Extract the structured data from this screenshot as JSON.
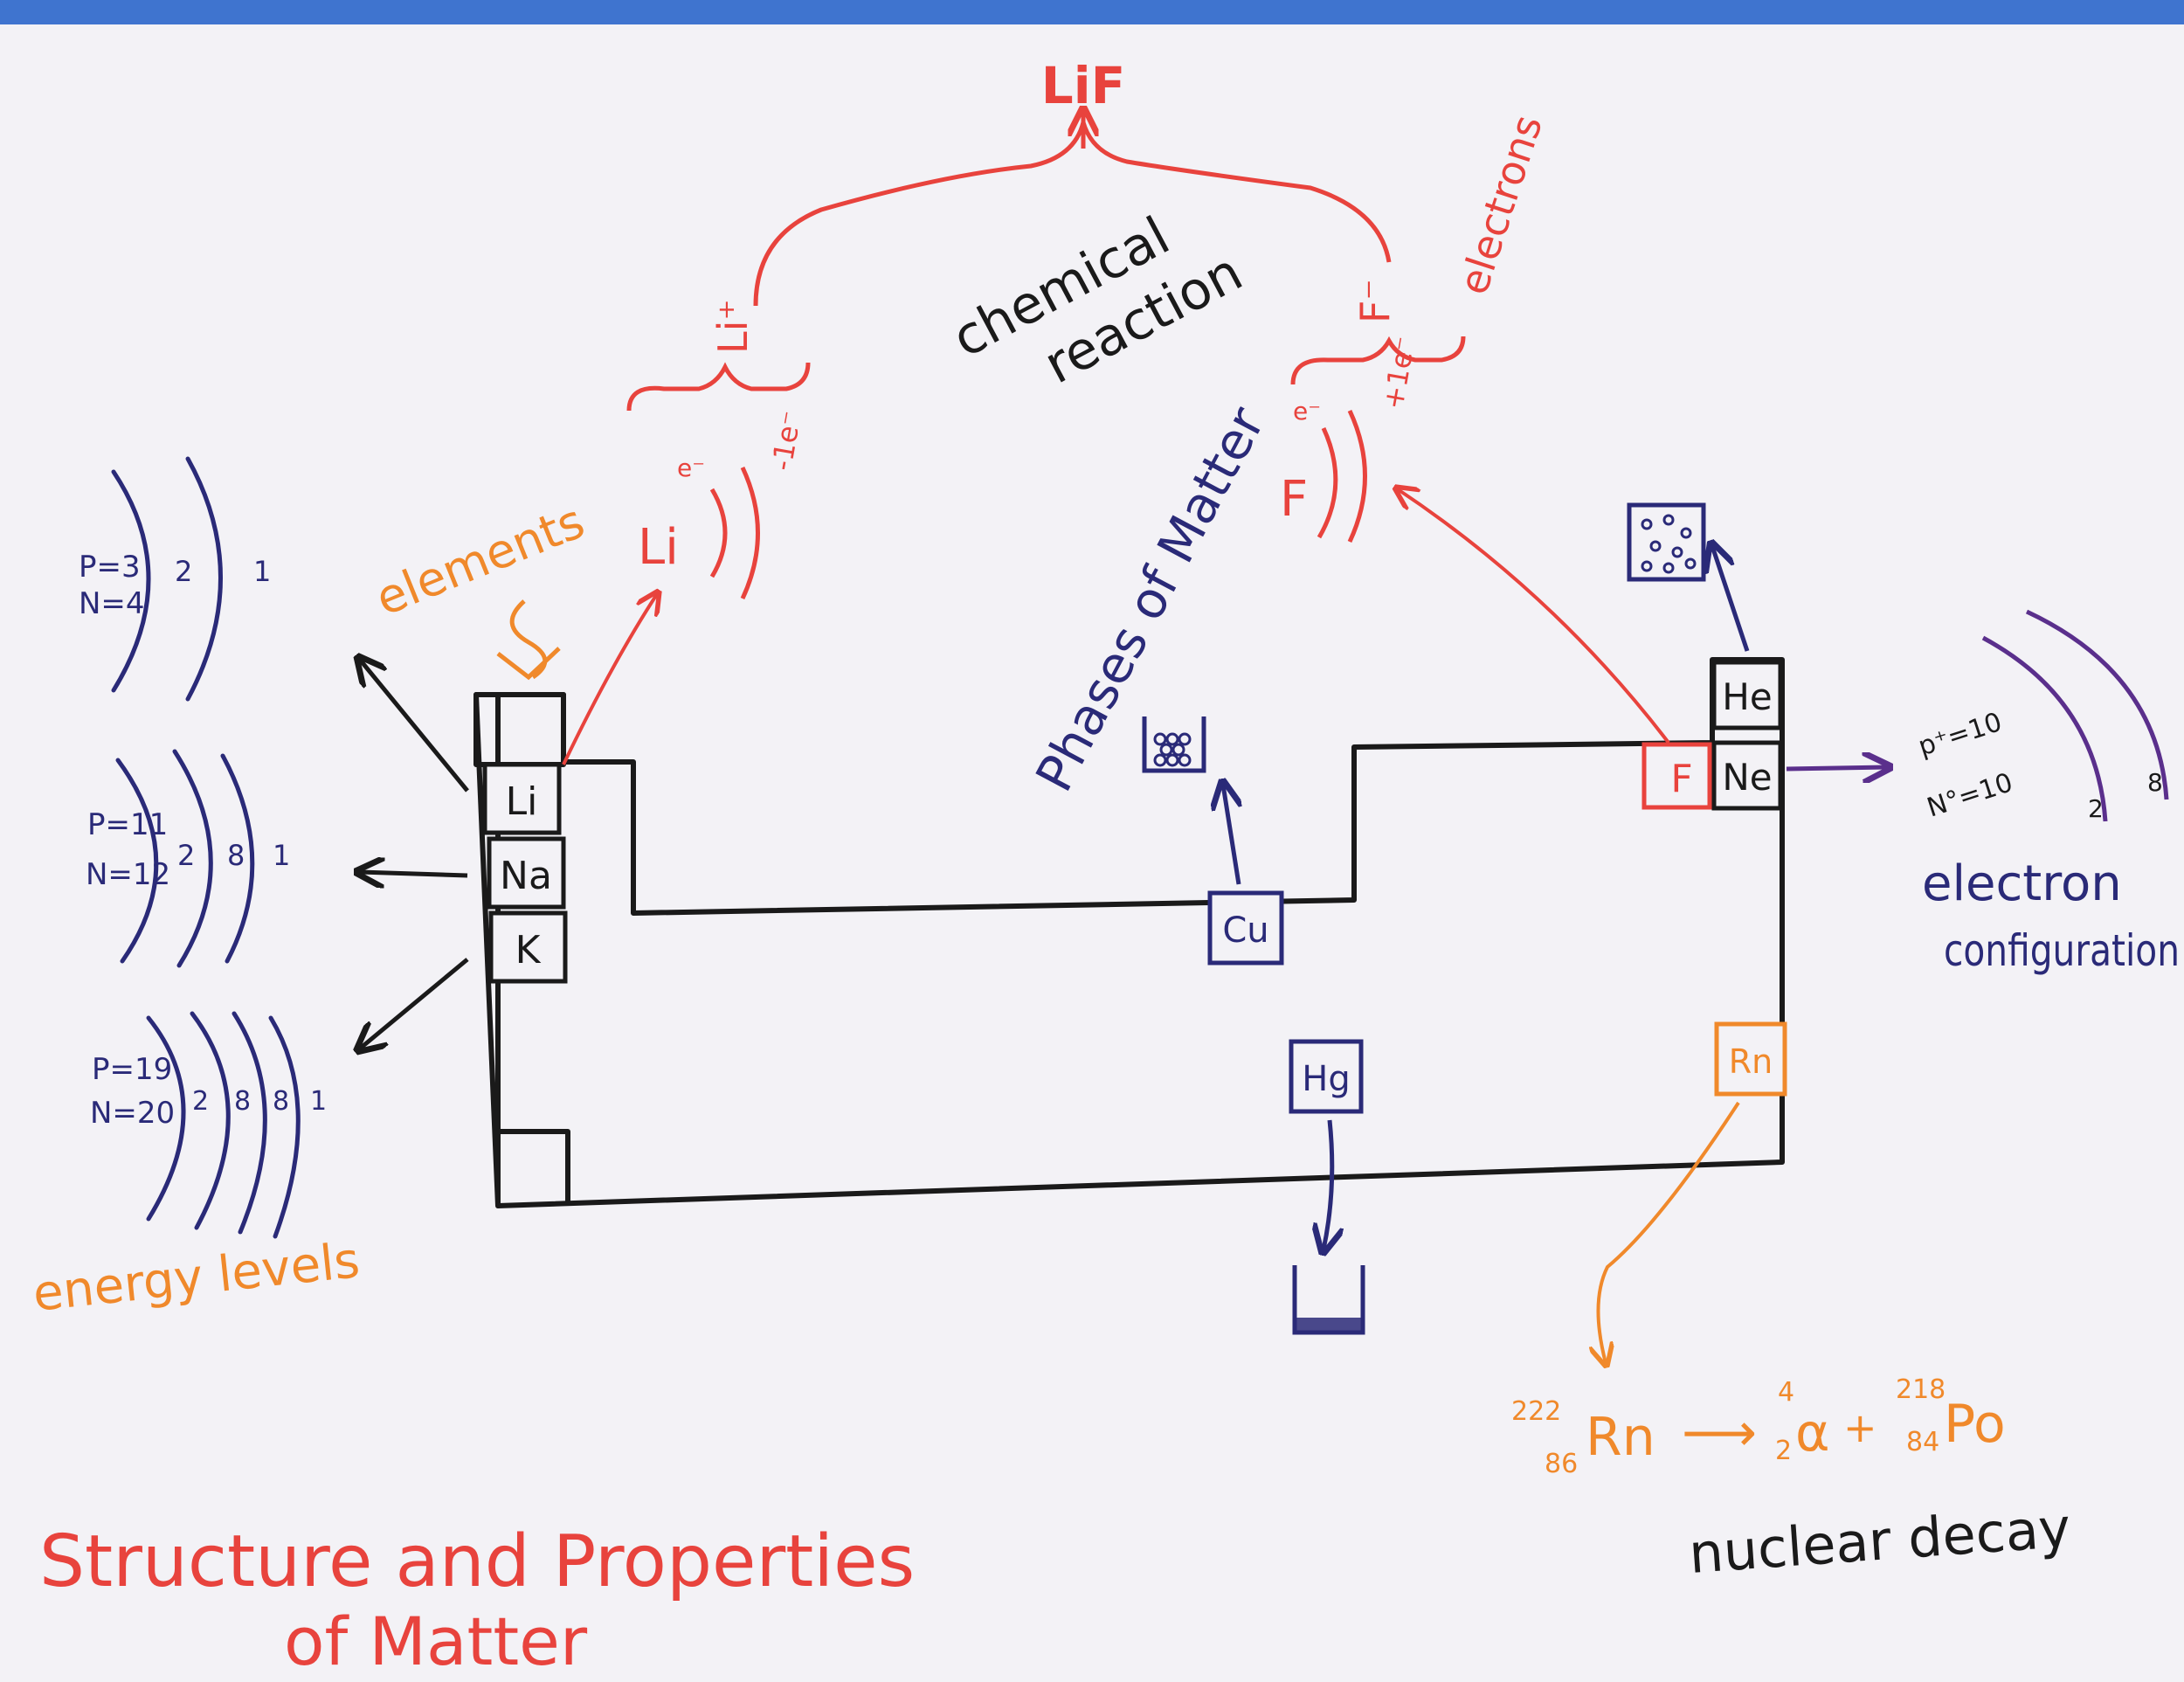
{
  "colors": {
    "black": "#1a1a1a",
    "red": "#e8433d",
    "orange": "#f0892b",
    "navy": "#2a2a78",
    "purple": "#5a2f8c",
    "paper": "#f3f2f6",
    "blue_band": "#3f74cf"
  },
  "title": {
    "line1": "Structure and Properties",
    "line2": "of Matter"
  },
  "table": {
    "cells": {
      "li": "Li",
      "na": "Na",
      "k": "K",
      "cu": "Cu",
      "hg": "Hg",
      "he": "He",
      "ne": "Ne",
      "f": "F",
      "rn": "Rn"
    }
  },
  "labels": {
    "elements": "elements",
    "energy_levels": "energy levels",
    "phases_of_matter": "Phases of Matter",
    "chemical_reaction_1": "chemical",
    "chemical_reaction_2": "reaction",
    "electrons": "electrons",
    "electron_configuration_1": "electron",
    "electron_configuration_2": "configuration",
    "nuclear_decay": "nuclear decay"
  },
  "reaction": {
    "product": "LiF",
    "li_atom": "Li",
    "f_atom": "F",
    "li_ion": "Li⁺",
    "f_ion": "F⁻",
    "li_loses": "-1e⁻",
    "f_gains": "+1e⁻",
    "li_valence": "e⁻",
    "f_valence": "e⁻"
  },
  "atoms": [
    {
      "pn": [
        "P=3",
        "N=4"
      ],
      "shells": [
        "2",
        "1"
      ]
    },
    {
      "pn": [
        "P=11",
        "N=12"
      ],
      "shells": [
        "2",
        "8",
        "1"
      ]
    },
    {
      "pn": [
        "P=19",
        "N=20"
      ],
      "shells": [
        "2",
        "8",
        "8",
        "1"
      ]
    }
  ],
  "neon": {
    "pn": [
      "p⁺=10",
      "N°=10"
    ],
    "shells": [
      "2",
      "8"
    ]
  },
  "decay": {
    "rn_mass": "222",
    "rn_atomic": "86",
    "rn_symbol": "Rn",
    "arrow": "⟶",
    "alpha_mass": "4",
    "alpha_atomic": "2",
    "alpha_symbol": "α",
    "plus": "+",
    "po_mass": "218",
    "po_atomic": "84",
    "po_symbol": "Po"
  }
}
